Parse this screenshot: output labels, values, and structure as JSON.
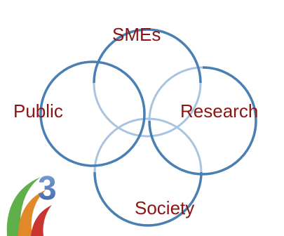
{
  "diagram": {
    "labels": {
      "smes": "SMEs",
      "public": "Public",
      "research": "Research",
      "society": "Society"
    },
    "colors": {
      "label_text": "#8B1515",
      "ring_back": "#A9C4DE",
      "ring_front": "#4A7FB4"
    }
  },
  "logo": {
    "digit": "3",
    "colors": {
      "digit_top": "#7FA6D6",
      "digit_bottom": "#3A5FA8",
      "swoosh_green": "#5FB04A",
      "swoosh_orange": "#E0892A",
      "swoosh_red": "#C8362F"
    }
  }
}
